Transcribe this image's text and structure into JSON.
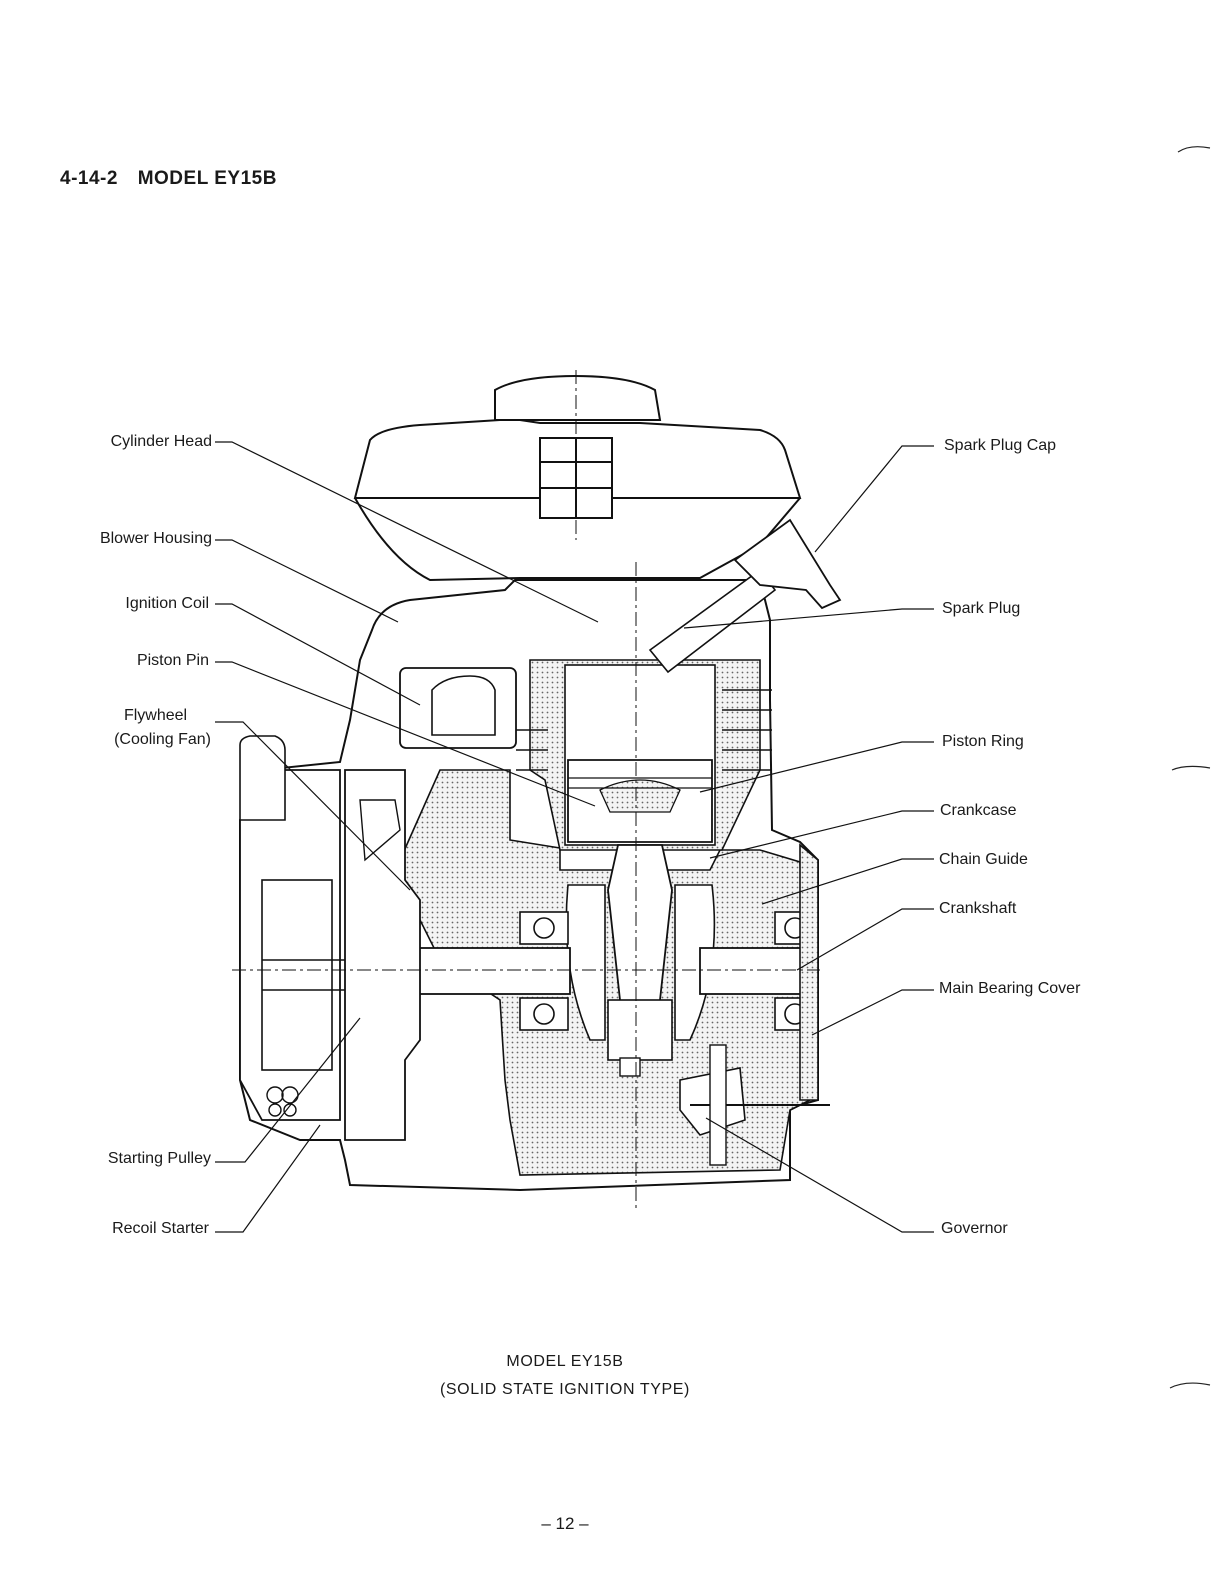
{
  "section": {
    "number": "4-14-2",
    "title": "MODEL EY15B"
  },
  "labels_left": [
    {
      "id": "cylinder-head",
      "text": "Cylinder Head"
    },
    {
      "id": "blower-housing",
      "text": "Blower Housing"
    },
    {
      "id": "ignition-coil",
      "text": "Ignition Coil"
    },
    {
      "id": "piston-pin",
      "text": "Piston Pin"
    },
    {
      "id": "flywheel",
      "text": "Flywheel",
      "text2": "(Cooling Fan)"
    },
    {
      "id": "starting-pulley",
      "text": "Starting Pulley"
    },
    {
      "id": "recoil-starter",
      "text": "Recoil Starter"
    }
  ],
  "labels_right": [
    {
      "id": "spark-plug-cap",
      "text": "Spark Plug Cap"
    },
    {
      "id": "spark-plug",
      "text": "Spark Plug"
    },
    {
      "id": "piston-ring",
      "text": "Piston Ring"
    },
    {
      "id": "crankcase",
      "text": "Crankcase"
    },
    {
      "id": "chain-guide",
      "text": "Chain Guide"
    },
    {
      "id": "crankshaft",
      "text": "Crankshaft"
    },
    {
      "id": "main-bearing-cover",
      "text": "Main Bearing Cover"
    },
    {
      "id": "governor",
      "text": "Governor"
    }
  ],
  "caption": {
    "line1": "MODEL EY15B",
    "line2": "(SOLID STATE IGNITION TYPE)"
  },
  "page_number": "– 12 –"
}
